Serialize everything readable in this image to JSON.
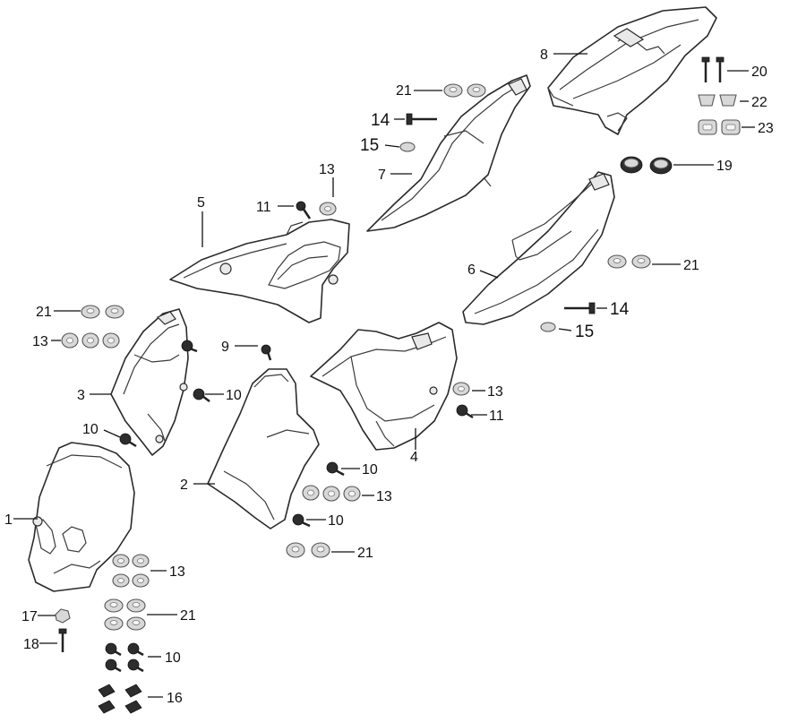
{
  "diagram": {
    "callouts": [
      {
        "id": "c1",
        "label": "1"
      },
      {
        "id": "c2",
        "label": "2"
      },
      {
        "id": "c3",
        "label": "3"
      },
      {
        "id": "c4",
        "label": "4"
      },
      {
        "id": "c5",
        "label": "5"
      },
      {
        "id": "c6",
        "label": "6"
      },
      {
        "id": "c7",
        "label": "7"
      },
      {
        "id": "c8",
        "label": "8"
      },
      {
        "id": "c9",
        "label": "9"
      },
      {
        "id": "c10a",
        "label": "10"
      },
      {
        "id": "c10b",
        "label": "10"
      },
      {
        "id": "c10c",
        "label": "10"
      },
      {
        "id": "c10d",
        "label": "10"
      },
      {
        "id": "c10e",
        "label": "10"
      },
      {
        "id": "c10f",
        "label": "10"
      },
      {
        "id": "c11a",
        "label": "11"
      },
      {
        "id": "c11b",
        "label": "11"
      },
      {
        "id": "c13a",
        "label": "13"
      },
      {
        "id": "c13b",
        "label": "13"
      },
      {
        "id": "c13c",
        "label": "13"
      },
      {
        "id": "c13d",
        "label": "13"
      },
      {
        "id": "c13e",
        "label": "13"
      },
      {
        "id": "c14a",
        "label": "14"
      },
      {
        "id": "c14b",
        "label": "14"
      },
      {
        "id": "c15a",
        "label": "15"
      },
      {
        "id": "c15b",
        "label": "15"
      },
      {
        "id": "c16",
        "label": "16"
      },
      {
        "id": "c17",
        "label": "17"
      },
      {
        "id": "c18",
        "label": "18"
      },
      {
        "id": "c19",
        "label": "19"
      },
      {
        "id": "c20",
        "label": "20"
      },
      {
        "id": "c21a",
        "label": "21"
      },
      {
        "id": "c21b",
        "label": "21"
      },
      {
        "id": "c21c",
        "label": "21"
      },
      {
        "id": "c21d",
        "label": "21"
      },
      {
        "id": "c21e",
        "label": "21"
      },
      {
        "id": "c22",
        "label": "22"
      },
      {
        "id": "c23",
        "label": "23"
      }
    ]
  }
}
